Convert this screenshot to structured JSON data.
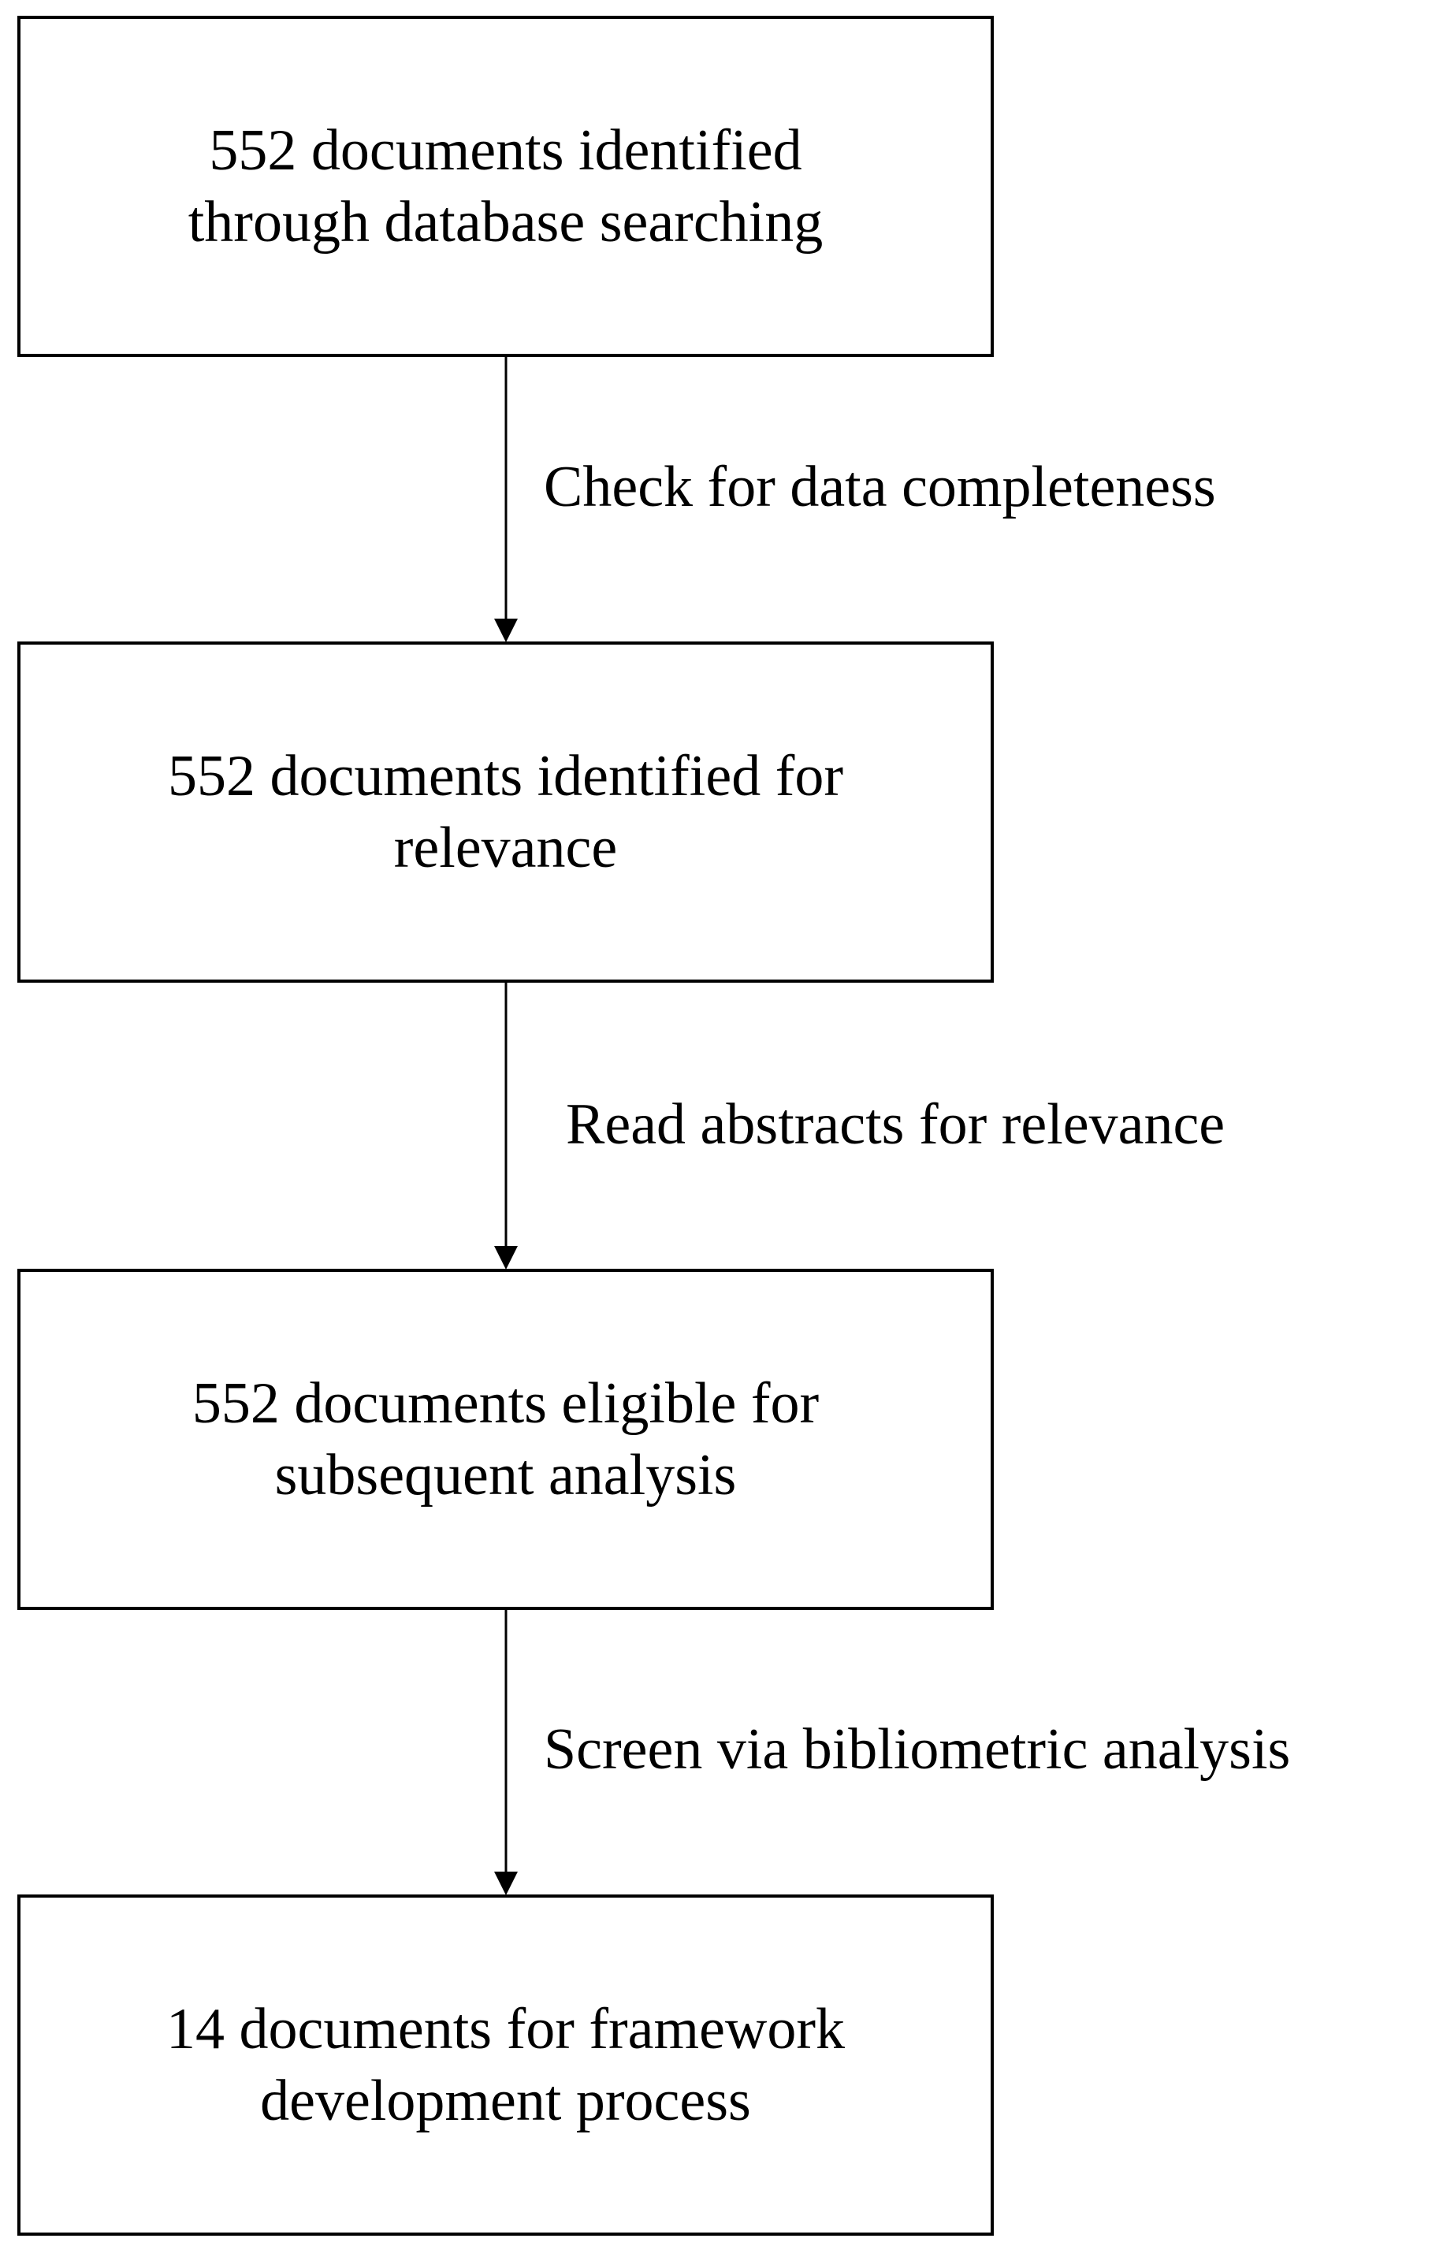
{
  "flow": {
    "steps": [
      {
        "text": "552 documents identified\nthrough database searching"
      },
      {
        "text": "552 documents identified for\nrelevance"
      },
      {
        "text": "552 documents eligible for\nsubsequent analysis"
      },
      {
        "text": "14 documents for framework\ndevelopment process"
      }
    ],
    "transitions": [
      {
        "label": "Check for data completeness"
      },
      {
        "label": "Read abstracts for relevance"
      },
      {
        "label": "Screen via bibliometric analysis"
      }
    ]
  },
  "colors": {
    "stroke": "#000000",
    "background": "#ffffff"
  }
}
